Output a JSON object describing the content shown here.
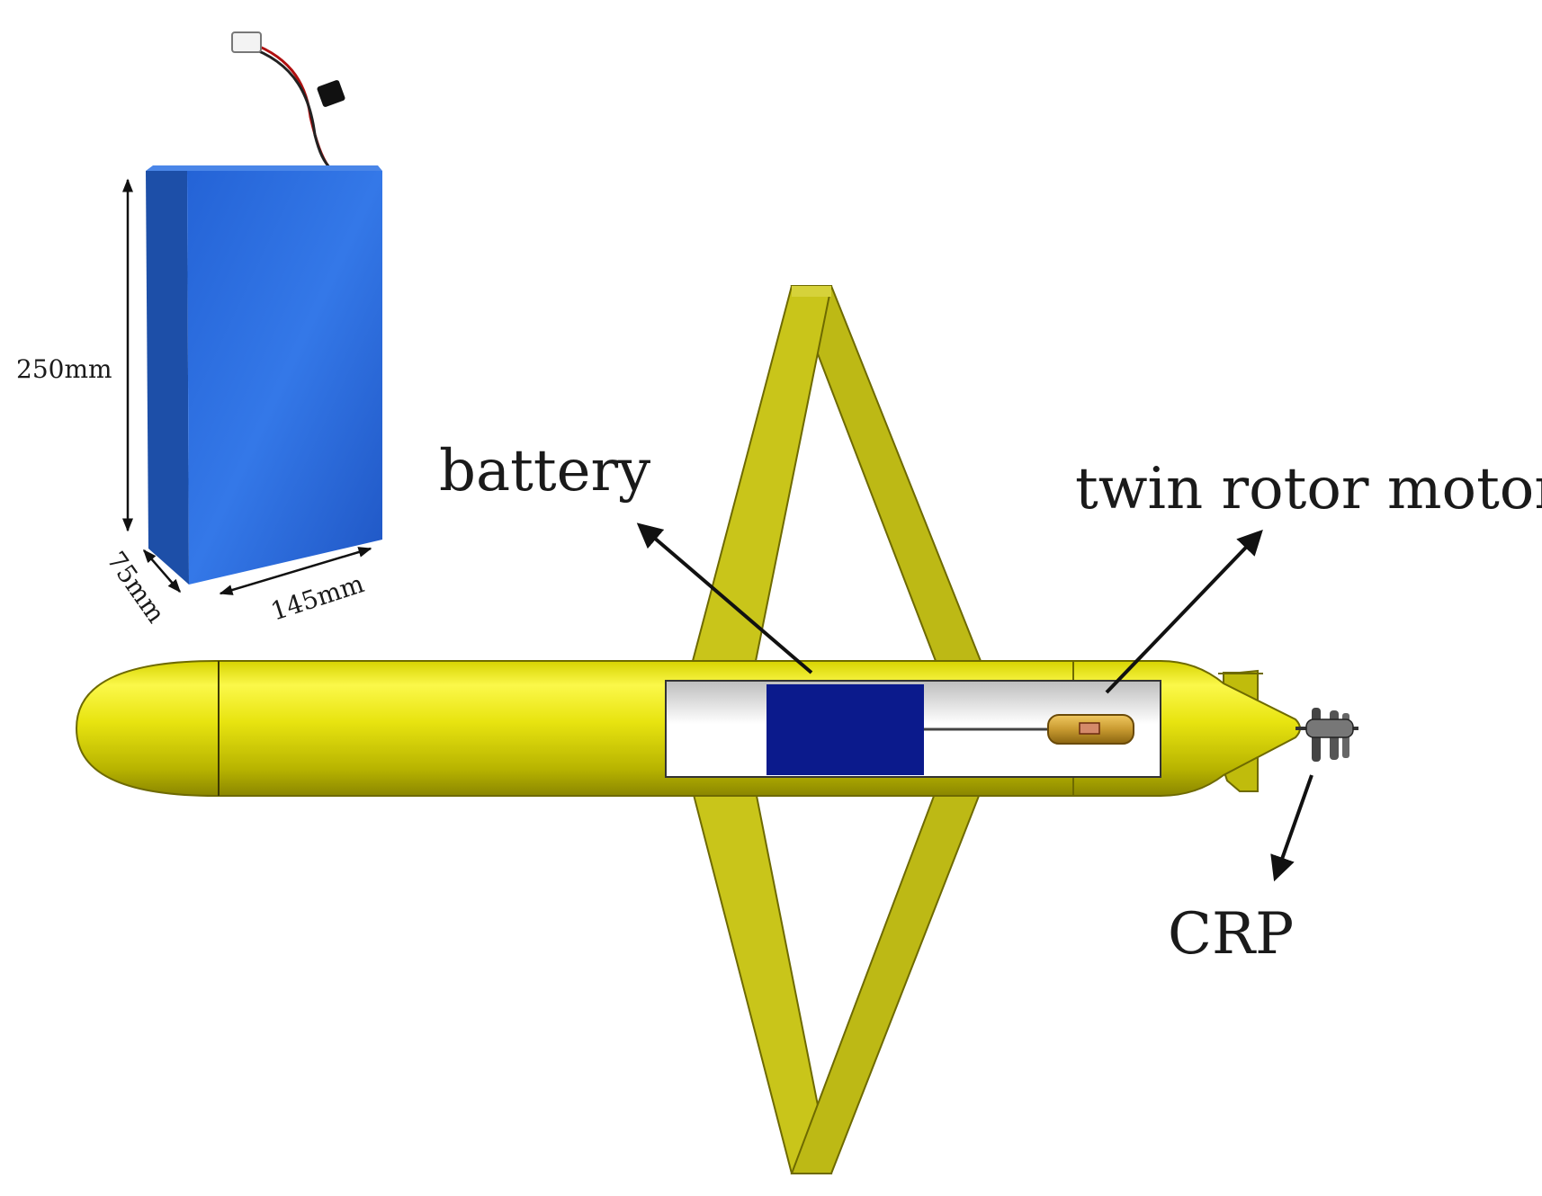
{
  "labels": {
    "battery": "battery",
    "twin_rotor_motor": "twin rotor motor",
    "crp": "CRP"
  },
  "dimensions": {
    "height": "250mm",
    "depth": "75mm",
    "width": "145mm"
  },
  "colors": {
    "hull": "#e3df10",
    "hull_dark": "#8a8600",
    "wing": "#bcb815",
    "battery_case": "#2a6ad8",
    "battery_block": "#0b1a8c",
    "bay": "#d9d9d9"
  }
}
